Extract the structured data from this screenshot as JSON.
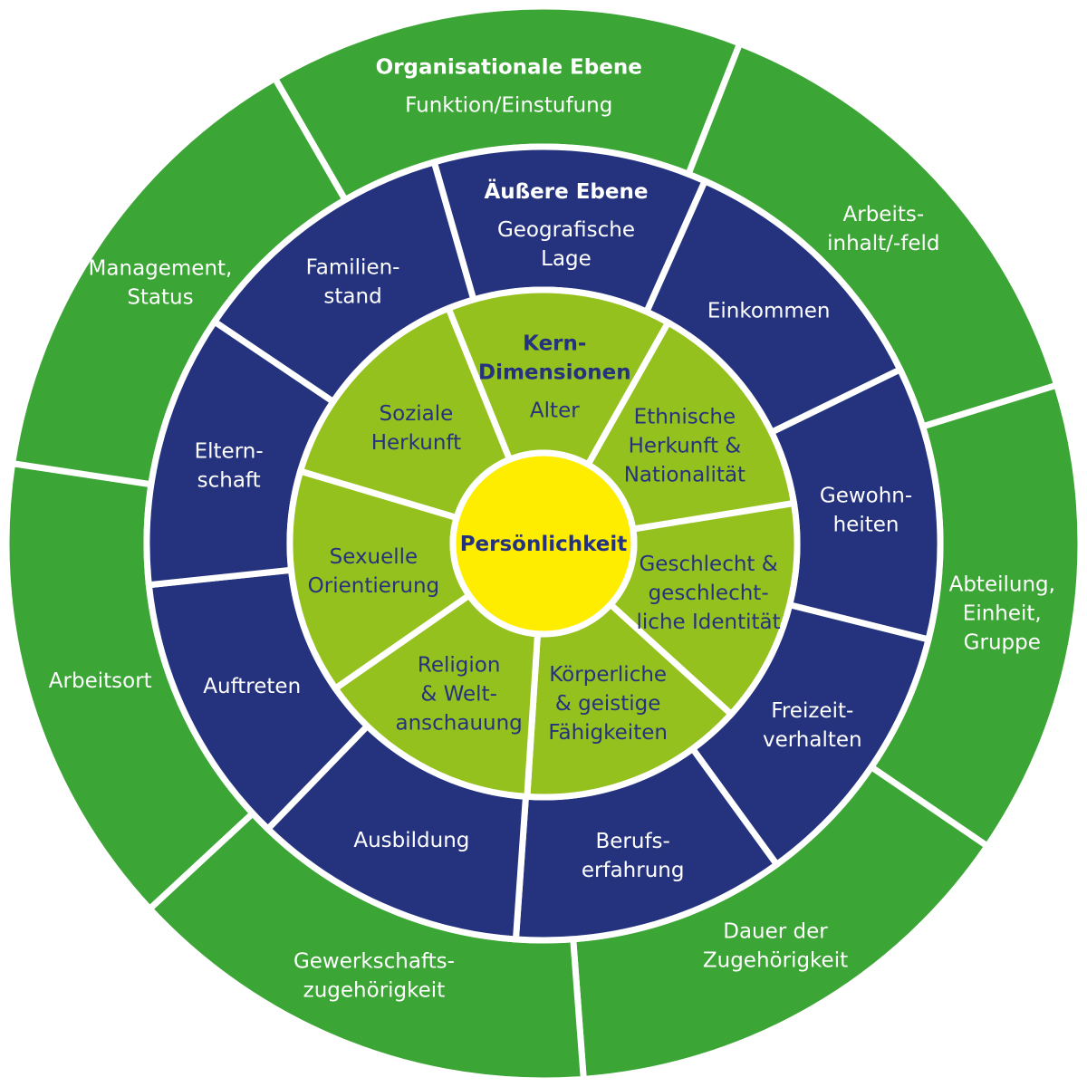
{
  "colors": {
    "outer": "#3ba535",
    "middle": "#25337f",
    "inner": "#95c11f",
    "center": "#ffed00",
    "text_light": "#ffffff",
    "text_dark": "#25337f"
  },
  "outer_ring": {
    "heading": "Organisationale Ebene",
    "segments": [
      [
        "Funktion/Einstufung"
      ],
      [
        "Arbeits-",
        "inhalt/-feld"
      ],
      [
        "Abteilung,",
        "Einheit,",
        "Gruppe"
      ],
      [
        "Dauer der",
        "Zugehörigkeit"
      ],
      [
        "Gewerkschafts-",
        "zugehörigkeit"
      ],
      [
        "Arbeitsort"
      ],
      [
        "Management,",
        "Status"
      ]
    ]
  },
  "middle_ring": {
    "heading": "Äußere Ebene",
    "segments": [
      [
        "Geografische",
        "Lage"
      ],
      [
        "Einkommen"
      ],
      [
        "Gewohn-",
        "heiten"
      ],
      [
        "Freizeit-",
        "verhalten"
      ],
      [
        "Berufs-",
        "erfahrung"
      ],
      [
        "Ausbildung"
      ],
      [
        "Auftreten"
      ],
      [
        "Eltern-",
        "schaft"
      ],
      [
        "Familien-",
        "stand"
      ]
    ]
  },
  "inner_ring": {
    "heading": [
      "Kern-",
      "Dimensionen"
    ],
    "segments": [
      [
        "Alter"
      ],
      [
        "Ethnische",
        "Herkunft &",
        "Nationalität"
      ],
      [
        "Geschlecht &",
        "geschlecht-",
        "liche Identität"
      ],
      [
        "Körperliche",
        "& geistige",
        "Fähigkeiten"
      ],
      [
        "Religion",
        "& Welt-",
        "anschauung"
      ],
      [
        "Sexuelle",
        "Orientierung"
      ],
      [
        "Soziale",
        "Herkunft"
      ]
    ]
  },
  "center": {
    "label": "Persönlichkeit"
  }
}
